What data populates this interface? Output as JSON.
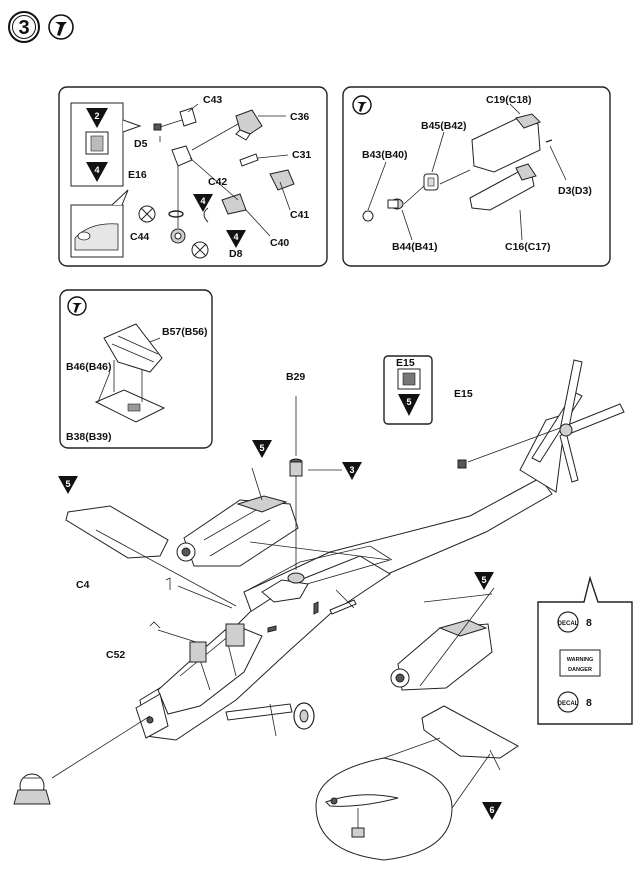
{
  "step": {
    "number": "3"
  },
  "inset_top_left": {
    "labels": {
      "c43": "C43",
      "c36": "C36",
      "d5": "D5",
      "c31": "C31",
      "e16": "E16",
      "c42": "C42",
      "c41": "C41",
      "c44": "C44",
      "c40": "C40",
      "d8": "D8"
    },
    "callout_steps": {
      "top": "2",
      "bottom": "4",
      "d8_a": "4",
      "d8_b": "4"
    }
  },
  "inset_top_right": {
    "labels": {
      "c19": "C19(C18)",
      "b45": "B45(B42)",
      "b43": "B43(B40)",
      "d3": "D3(D3)",
      "b44": "B44(B41)",
      "c16": "C16(C17)"
    }
  },
  "inset_left": {
    "labels": {
      "b57": "B57(B56)",
      "b46": "B46(B46)",
      "b38": "B38(B39)"
    }
  },
  "callout_e15": {
    "title": "E15",
    "step": "5"
  },
  "main": {
    "labels": {
      "b29": "B29",
      "e15": "E15",
      "c4": "C4",
      "c52": "C52"
    },
    "steps": {
      "wing_left": "5",
      "engine_left": "5",
      "b29": "3",
      "engine_right": "5",
      "wing_right": "6"
    }
  },
  "decal_box": {
    "badge": "DECAL",
    "top_number": "8",
    "bottom_number": "8",
    "plate_text_1": "WARNING",
    "plate_text_2": "DANGER"
  }
}
